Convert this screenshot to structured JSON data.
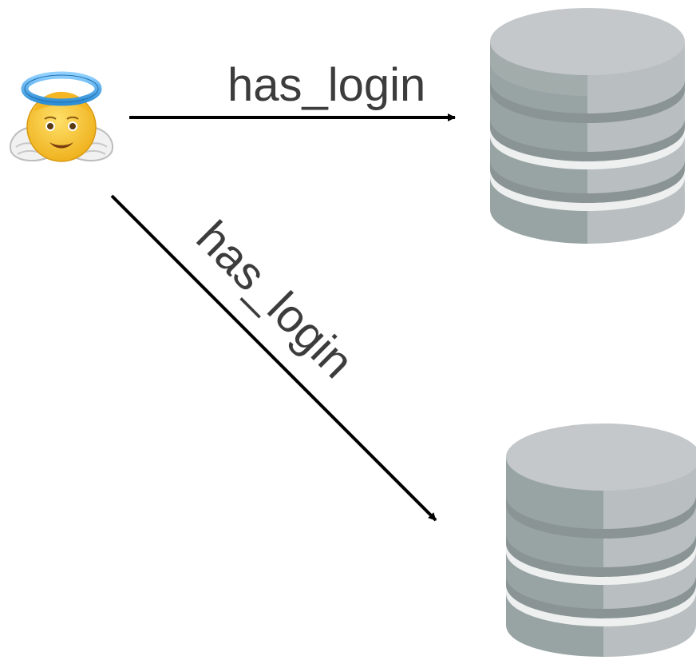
{
  "diagram": {
    "nodes": [
      {
        "id": "user",
        "icon": "angel-face-icon"
      },
      {
        "id": "database-top",
        "icon": "database-icon"
      },
      {
        "id": "database-bottom",
        "icon": "database-icon"
      }
    ],
    "edges": [
      {
        "from": "user",
        "to": "database-top",
        "label": "has_login"
      },
      {
        "from": "user",
        "to": "database-bottom",
        "label": "has_login"
      }
    ],
    "colors": {
      "db_top": "#c4c8ca",
      "db_top_shade": "#b3b9ba",
      "db_body_left": "#98a4a3",
      "db_body_right": "#b9bec0",
      "db_stripe": "#eef0f0",
      "arrow": "#000000",
      "label": "#3c3c3c",
      "halo": "#4aa7e8",
      "face": "#f7c233",
      "wing": "#f2f2f2"
    }
  }
}
